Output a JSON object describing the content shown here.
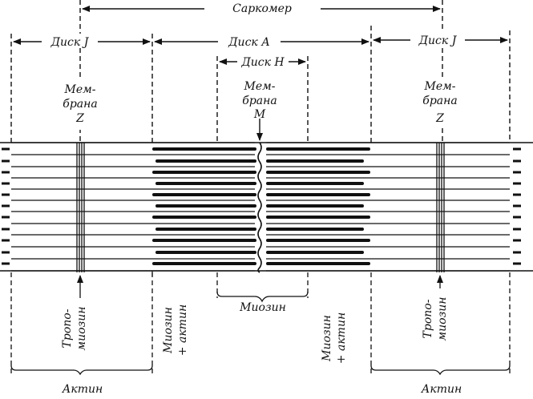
{
  "labels": {
    "sarcomere": "Саркомер",
    "disk_i_left": "Диск Ј",
    "disk_a": "Диск А",
    "disk_h": "Диск Н",
    "disk_i_right": "Диск Ј",
    "membrane_z_left": [
      "Мем-",
      "брана",
      "Z"
    ],
    "membrane_m": [
      "Мем-",
      "брана",
      "М"
    ],
    "membrane_z_right": [
      "Мем-",
      "брана",
      "Z"
    ],
    "tropomyosin_left": [
      "Тропо-",
      "миозин"
    ],
    "myosin_actin_left": [
      "Миозин",
      "+ актин"
    ],
    "myosin": "Миозин",
    "myosin_actin_right": [
      "Миозин",
      "+ актин"
    ],
    "tropomyosin_right": [
      "Тропо-",
      "миозин"
    ],
    "actin_left": "Актин",
    "actin_right": "Актин"
  }
}
